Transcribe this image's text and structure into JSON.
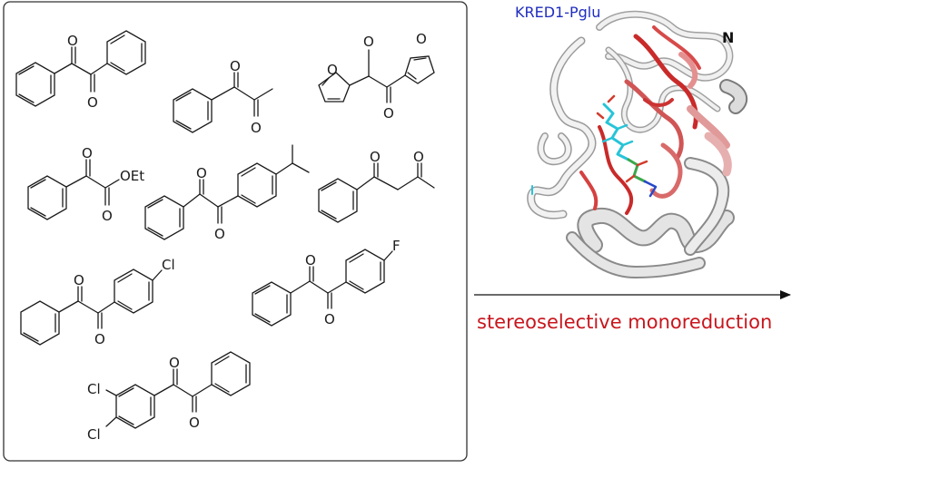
{
  "protein": {
    "name": "KRED1-Pglu",
    "terminus_label": "N"
  },
  "reaction": {
    "label": "stereoselective monoreduction"
  },
  "substrates": [
    {
      "id": "benzil",
      "atom_labels": [
        "O",
        "O"
      ]
    },
    {
      "id": "1-phenylpropane-1,2-dione",
      "atom_labels": [
        "O",
        "O"
      ]
    },
    {
      "id": "furoin",
      "atom_labels": [
        "O",
        "O",
        "O",
        "O"
      ]
    },
    {
      "id": "ethyl-benzoylformate",
      "atom_labels": [
        "O",
        "O",
        "OEt"
      ]
    },
    {
      "id": "4-isopropylbenzil",
      "atom_labels": [
        "O",
        "O"
      ]
    },
    {
      "id": "1-phenylbutane-1,3-dione",
      "atom_labels": [
        "O",
        "O"
      ]
    },
    {
      "id": "4-chlorobenzil",
      "atom_labels": [
        "O",
        "O",
        "Cl"
      ]
    },
    {
      "id": "4-fluorobenzil",
      "atom_labels": [
        "O",
        "O",
        "F"
      ]
    },
    {
      "id": "3,4-dichlorobenzil",
      "atom_labels": [
        "O",
        "O",
        "Cl",
        "Cl"
      ]
    }
  ]
}
